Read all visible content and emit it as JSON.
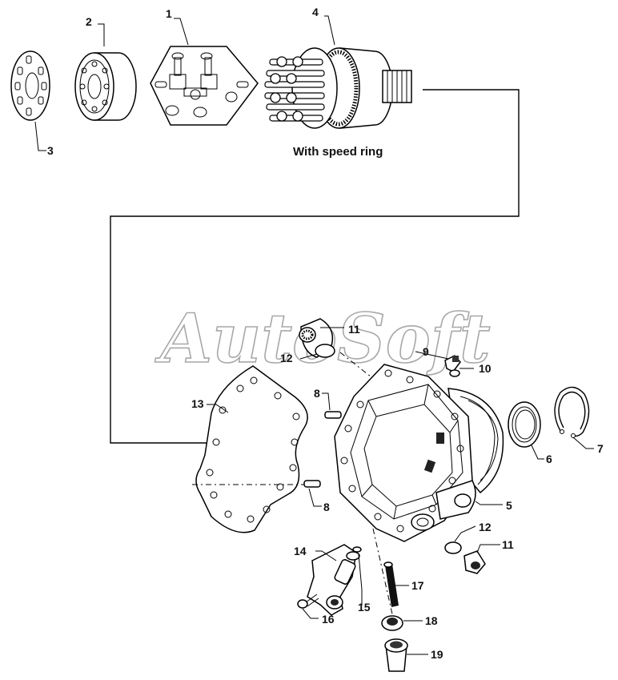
{
  "watermark": "AutoSoft",
  "caption": "With speed ring",
  "callouts": {
    "p1": "1",
    "p2": "2",
    "p3": "3",
    "p4": "4",
    "p5": "5",
    "p6": "6",
    "p7": "7",
    "p8a": "8",
    "p8b": "8",
    "p9": "9",
    "p10": "10",
    "p11a": "11",
    "p11b": "11",
    "p12a": "12",
    "p12b": "12",
    "p13": "13",
    "p14": "14",
    "p15": "15",
    "p16": "16",
    "p17": "17",
    "p18": "18",
    "p19": "19"
  }
}
